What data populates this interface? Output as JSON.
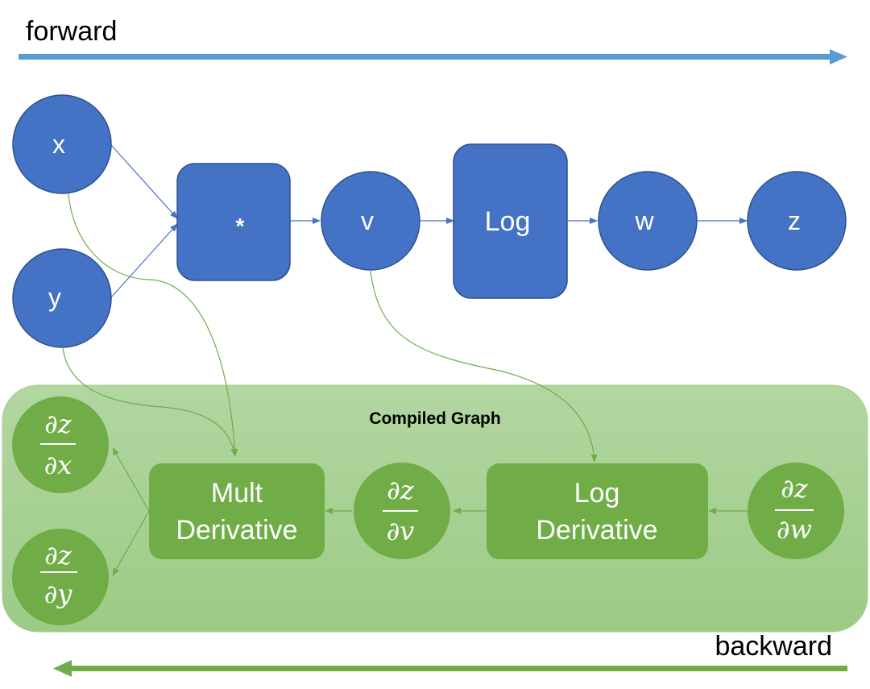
{
  "directions": {
    "forward": "forward",
    "backward": "backward"
  },
  "colors": {
    "forward_arrow": "#5b9bd5",
    "forward_node": "#4472c4",
    "forward_node_border": "#2f528f",
    "backward_arrow": "#70ad47",
    "backward_node": "#70ad47",
    "compiled_bg": "#a9d18e",
    "text_on_node": "#ffffff",
    "text_dark": "#000000"
  },
  "forward_graph": {
    "nodes": [
      {
        "id": "x",
        "label": "x",
        "shape": "circle"
      },
      {
        "id": "y",
        "label": "y",
        "shape": "circle"
      },
      {
        "id": "mult",
        "label": "*",
        "shape": "rounded-rect"
      },
      {
        "id": "v",
        "label": "v",
        "shape": "circle"
      },
      {
        "id": "log",
        "label": "Log",
        "shape": "rounded-rect"
      },
      {
        "id": "w",
        "label": "w",
        "shape": "circle"
      },
      {
        "id": "z",
        "label": "z",
        "shape": "circle"
      }
    ],
    "edges": [
      {
        "from": "x",
        "to": "mult"
      },
      {
        "from": "y",
        "to": "mult"
      },
      {
        "from": "mult",
        "to": "v"
      },
      {
        "from": "v",
        "to": "log"
      },
      {
        "from": "log",
        "to": "w"
      },
      {
        "from": "w",
        "to": "z"
      }
    ]
  },
  "compiled_graph": {
    "title": "Compiled Graph",
    "nodes": [
      {
        "id": "dzdx",
        "num": "∂z",
        "den": "∂x",
        "shape": "circle"
      },
      {
        "id": "dzdy",
        "num": "∂z",
        "den": "∂y",
        "shape": "circle"
      },
      {
        "id": "mult_deriv",
        "line1": "Mult",
        "line2": "Derivative",
        "shape": "rounded-rect"
      },
      {
        "id": "dzdv",
        "num": "∂z",
        "den": "∂v",
        "shape": "circle"
      },
      {
        "id": "log_deriv",
        "line1": "Log",
        "line2": "Derivative",
        "shape": "rounded-rect"
      },
      {
        "id": "dzdw",
        "num": "∂z",
        "den": "∂w",
        "shape": "circle"
      }
    ],
    "edges": [
      {
        "from": "dzdw",
        "to": "log_deriv"
      },
      {
        "from": "log_deriv",
        "to": "dzdv"
      },
      {
        "from": "dzdv",
        "to": "mult_deriv"
      },
      {
        "from": "mult_deriv",
        "to": "dzdx"
      },
      {
        "from": "mult_deriv",
        "to": "dzdy"
      },
      {
        "from": "x",
        "to": "mult_deriv"
      },
      {
        "from": "y",
        "to": "mult_deriv"
      },
      {
        "from": "v",
        "to": "log_deriv"
      }
    ]
  }
}
